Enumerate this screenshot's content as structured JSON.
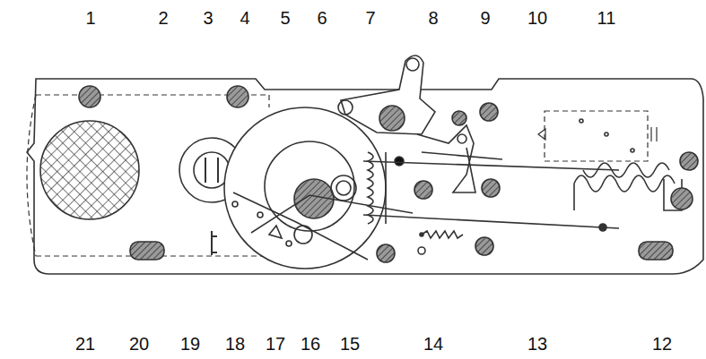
{
  "diagram": {
    "labels": [
      "1",
      "2",
      "3",
      "4",
      "5",
      "6",
      "7",
      "8",
      "9",
      "10",
      "11",
      "21",
      "20",
      "19",
      "18",
      "17",
      "16",
      "15",
      "14",
      "13",
      "12"
    ]
  }
}
